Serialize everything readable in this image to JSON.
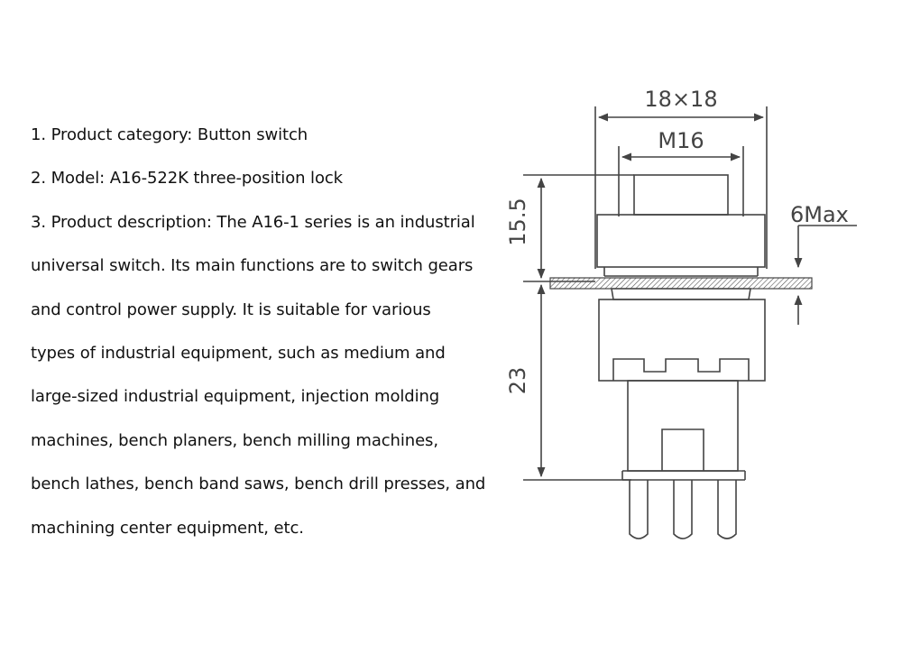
{
  "description": {
    "lines": [
      "1. Product category: Button switch",
      "2. Model: A16-522K three-position lock",
      "3. Product description: The A16-1 series is an industrial",
      "universal switch. Its main functions are to switch gears",
      "and control power supply. It is suitable for various",
      "types of industrial equipment, such as medium and",
      "large-sized industrial equipment, injection molding",
      "machines, bench planers, bench milling machines,",
      "bench lathes, bench band saws, bench drill presses, and",
      "machining center equipment, etc."
    ]
  },
  "drawing": {
    "dim_width": "18×18",
    "dim_thread": "M16",
    "dim_head_height": "15.5",
    "dim_panel": "6Max",
    "dim_body_height": "23",
    "line_color": "#444444"
  }
}
